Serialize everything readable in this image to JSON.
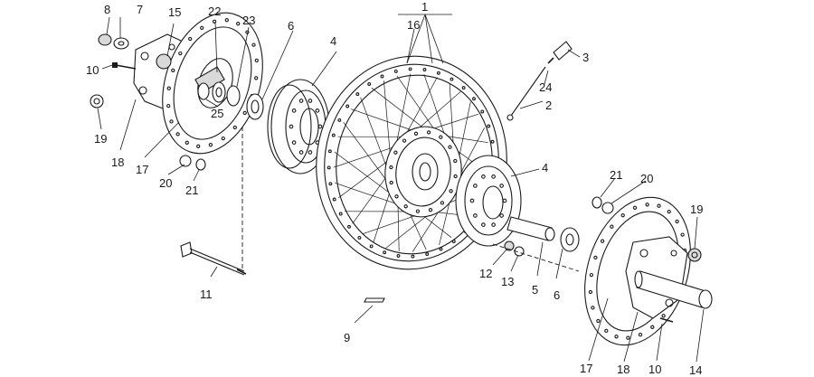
{
  "diagram": {
    "labels": {
      "l1": "1",
      "l2": "2",
      "l3": "3",
      "l4a": "4",
      "l4b": "4",
      "l5": "5",
      "l6a": "6",
      "l6b": "6",
      "l7": "7",
      "l8": "8",
      "l9": "9",
      "l10a": "10",
      "l10b": "10",
      "l11": "11",
      "l12": "12",
      "l13": "13",
      "l14": "14",
      "l15": "15",
      "l16": "16",
      "l17a": "17",
      "l17b": "17",
      "l18a": "18",
      "l18b": "18",
      "l19a": "19",
      "l19b": "19",
      "l20a": "20",
      "l20b": "20",
      "l21a": "21",
      "l21b": "21",
      "l22": "22",
      "l23": "23",
      "l24": "24",
      "l25": "25"
    }
  }
}
